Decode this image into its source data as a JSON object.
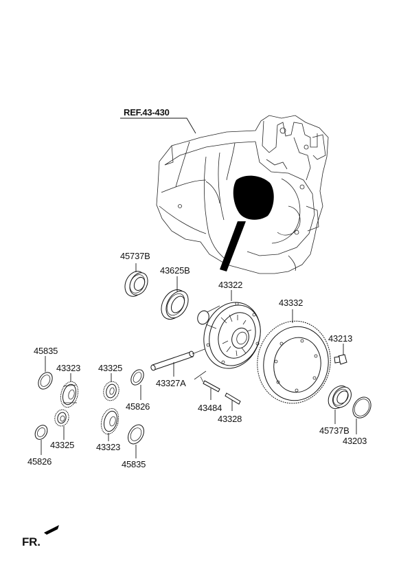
{
  "diagram": {
    "ref_label": "REF.43-430",
    "front_label": "FR.",
    "parts": {
      "bearing_left": "45737B",
      "seal_left": "43625B",
      "diff_case": "43322",
      "ring_gear": "43332",
      "bolt": "43213",
      "shaft": "43327A",
      "pin_a": "43484",
      "pin_b": "43328",
      "bearing_right": "45737B",
      "ring_right": "43203",
      "washer_top_left": "45835",
      "side_gear_left": "43323",
      "pinion_top": "43325",
      "washer_mid": "45826",
      "pinion_bottom_left": "43325",
      "side_gear_bottom": "43323",
      "washer_bottom_left": "45826",
      "washer_bottom": "45835"
    }
  }
}
